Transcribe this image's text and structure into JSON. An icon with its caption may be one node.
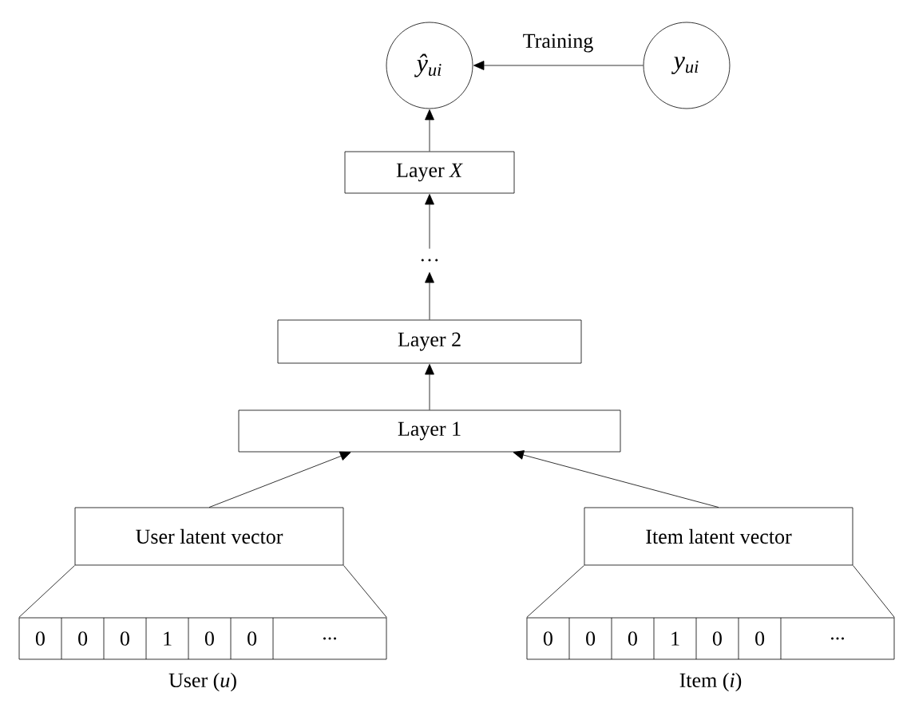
{
  "diagram": {
    "nodes": [
      {
        "text": [
          "ŷ$_{ui}$"
        ]
      },
      {
        "text": [
          "y$_{ui}$"
        ]
      },
      {
        "text": [
          "Layer *X*"
        ]
      },
      {
        "text": [
          "…"
        ]
      },
      {
        "text": [
          "Layer 2"
        ]
      },
      {
        "text": [
          "Layer 1"
        ]
      },
      {
        "text": [
          "User latent vector"
        ]
      },
      {
        "text": [
          "Item latent vector"
        ]
      },
      {
        "text": [
          "0",
          "0",
          "0",
          "1",
          "0",
          "0",
          "..."
        ],
        "beside": [
          "User (*u*)"
        ]
      },
      {
        "text": [
          "0",
          "0",
          "0",
          "1",
          "0",
          "0",
          "..."
        ],
        "beside": [
          "Item (*i*)"
        ]
      }
    ],
    "edges": [
      {
        "from": 1,
        "to": 0,
        "arrow": "to",
        "label": "Training"
      },
      {
        "from": 2,
        "to": 0,
        "arrow": "to"
      },
      {
        "from": 3,
        "to": 2,
        "arrow": "to"
      },
      {
        "from": 4,
        "to": 3,
        "arrow": "to"
      },
      {
        "from": 5,
        "to": 4,
        "arrow": "to"
      },
      {
        "from": 6,
        "to": 5,
        "arrow": "to"
      },
      {
        "from": 7,
        "to": 5,
        "arrow": "to"
      },
      {
        "from": 8,
        "to": 6,
        "arrow": "none"
      },
      {
        "from": 9,
        "to": 7,
        "arrow": "none"
      }
    ]
  }
}
